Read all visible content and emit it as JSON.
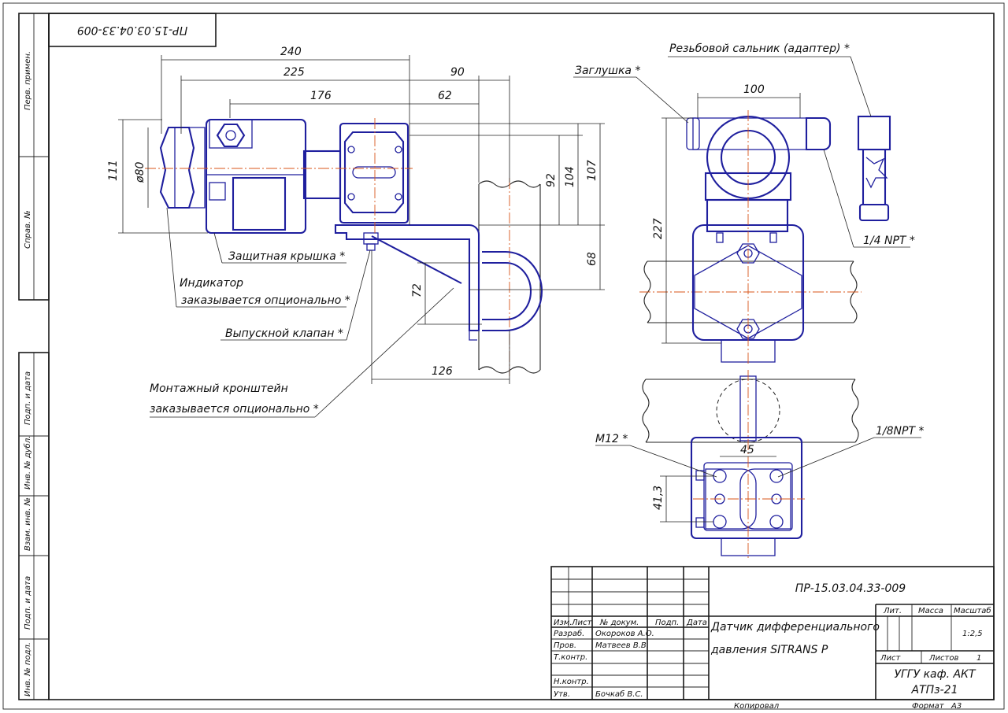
{
  "designation": "ПР-15.03.04.33-009",
  "designation_rotated": "ПР-15.03.04.33-009",
  "side_stamp": {
    "perv_primen": "Перв. примен.",
    "sprav_no": "Справ. №",
    "podp_data_1": "Подп. и дата",
    "inv_dubl": "Инв. № дубл.",
    "vzam_inv": "Взам. инв. №",
    "podp_data_2": "Подп. и дата",
    "inv_podl": "Инв. № подл."
  },
  "dimensions": {
    "d240": "240",
    "d225": "225",
    "d176": "176",
    "d90": "90",
    "d62": "62",
    "d111": "111",
    "d80": "ø80",
    "d92": "92",
    "d104": "104",
    "d107": "107",
    "d68": "68",
    "d72": "72",
    "d126": "126",
    "d100": "100",
    "d227": "227",
    "d45": "45",
    "d41_3": "41,3"
  },
  "callouts": {
    "protective_cover": "Защитная крышка *",
    "indicator_line1": "Индикатор",
    "indicator_line2": "заказывается опционально *",
    "vent_valve": "Выпускной клапан *",
    "bracket_line1": "Монтажный кронштейн",
    "bracket_line2": "заказывается опционально *",
    "plug": "Заглушка *",
    "gland": "Резьбовой сальник (адаптер) *",
    "npt14": "1/4 NPT *",
    "m12": "M12 *",
    "npt18": "1/8NPT *"
  },
  "title_block": {
    "doc_title_line1": "Датчик дифференциального",
    "doc_title_line2": "давления SITRANS P",
    "col_izm": "Изм.",
    "col_list": "Лист",
    "col_doc": "№ докум.",
    "col_podp": "Подп.",
    "col_data": "Дата",
    "row_razrab": "Разраб.",
    "row_prov": "Пров.",
    "row_tkontr": "Т.контр.",
    "row_nkontr": "Н.контр.",
    "row_utv": "Утв.",
    "name_razrab": "Окороков А.О.",
    "name_prov": "Матвеев В.В.",
    "name_utv": "Бочкаб В.С.",
    "lit": "Лит.",
    "massa": "Масса",
    "masshtab": "Масштаб",
    "scale_value": "1:2,5",
    "list_label": "Лист",
    "listov_label": "Листов",
    "listov_value": "1",
    "org_line1": "УГГУ каф. АКТ",
    "org_line2": "АТПз-21",
    "kopiroval": "Копировал",
    "format_label": "Формат",
    "format_value": "А3"
  }
}
